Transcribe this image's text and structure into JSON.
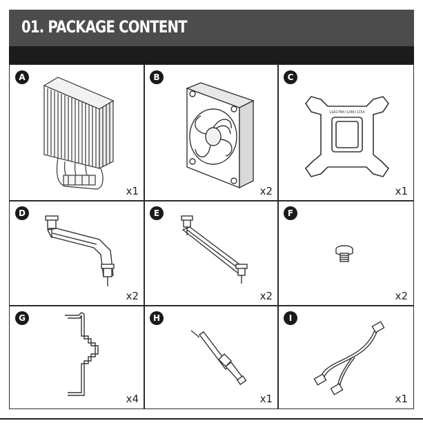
{
  "header": {
    "title": "01. PACKAGE CONTENT"
  },
  "items": [
    {
      "letter": "A",
      "qty": "x1",
      "icon": "cpu-cooler-heatsink-icon"
    },
    {
      "letter": "B",
      "qty": "x2",
      "icon": "fan-icon"
    },
    {
      "letter": "C",
      "qty": "x1",
      "icon": "backplate-icon",
      "backplate_text": "LGA1700/1200/115X"
    },
    {
      "letter": "D",
      "qty": "x2",
      "icon": "mounting-bracket-bent-icon"
    },
    {
      "letter": "E",
      "qty": "x2",
      "icon": "mounting-bracket-straight-icon"
    },
    {
      "letter": "F",
      "qty": "x2",
      "icon": "screw-icon"
    },
    {
      "letter": "G",
      "qty": "x4",
      "icon": "fan-clip-icon"
    },
    {
      "letter": "H",
      "qty": "x1",
      "icon": "thermal-paste-syringe-icon"
    },
    {
      "letter": "I",
      "qty": "x1",
      "icon": "y-splitter-cable-icon"
    }
  ]
}
